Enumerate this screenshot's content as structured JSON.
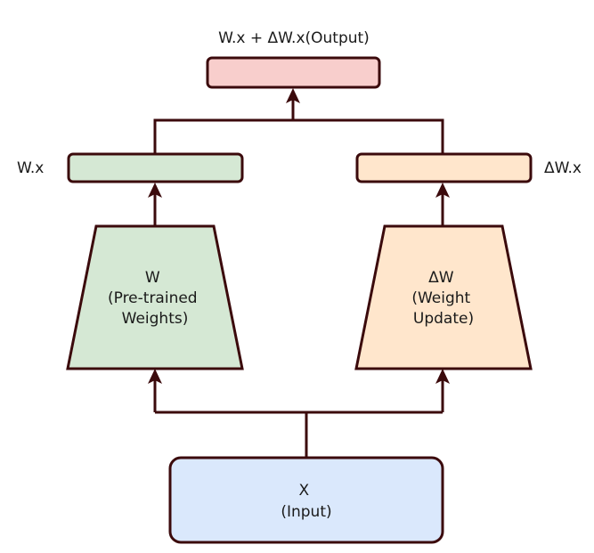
{
  "diagram": {
    "title": "LoRA-style weight update diagram",
    "colors": {
      "stroke": "#3b0a0c",
      "pretrained_fill": "#d5e8d4",
      "update_fill": "#ffe6cc",
      "output_fill": "#f8cecc",
      "input_fill": "#dae8fc",
      "text": "#1a1a1a"
    },
    "nodes": {
      "output": {
        "label": "W.x + ΔW.x(Output)"
      },
      "wx": {
        "label": "W.x"
      },
      "dwx": {
        "label": "ΔW.x"
      },
      "pretrained": {
        "lines": [
          "W",
          "(Pre-trained",
          "Weights)"
        ]
      },
      "update": {
        "lines": [
          "ΔW",
          "(Weight",
          "Update)"
        ]
      },
      "input": {
        "lines": [
          "X",
          "(Input)"
        ]
      }
    },
    "edges": [
      {
        "from": "input",
        "to": "pretrained"
      },
      {
        "from": "input",
        "to": "update"
      },
      {
        "from": "pretrained",
        "to": "wx"
      },
      {
        "from": "update",
        "to": "dwx"
      },
      {
        "from": "wx",
        "to": "output"
      },
      {
        "from": "dwx",
        "to": "output"
      }
    ]
  }
}
